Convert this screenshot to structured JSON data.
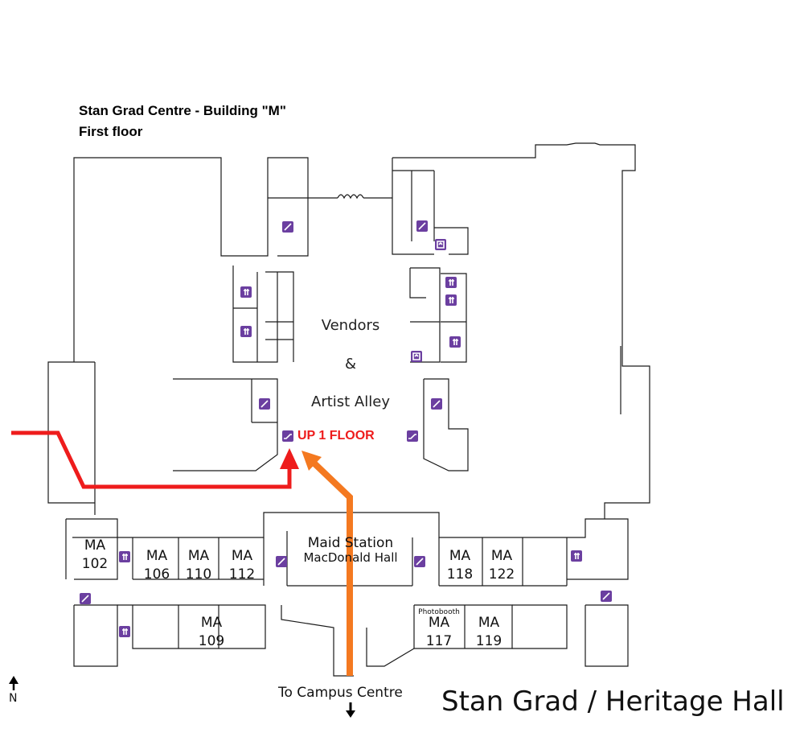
{
  "header": {
    "title": "Stan Grad Centre - Building \"M\"",
    "subtitle": "First floor"
  },
  "areas": {
    "vendors": "Vendors",
    "ampersand": "&",
    "artist_alley": "Artist Alley"
  },
  "route": {
    "up_label": "UP 1 FLOOR",
    "red_color": "#ee1c1c",
    "orange_color": "#f47920"
  },
  "main_station": {
    "line1": "Maid Station",
    "line2": "MacDonald Hall"
  },
  "rooms": [
    {
      "id": "ma102",
      "line1": "MA",
      "line2": "102"
    },
    {
      "id": "ma106",
      "line1": "MA",
      "line2": "106"
    },
    {
      "id": "ma110",
      "line1": "MA",
      "line2": "110"
    },
    {
      "id": "ma112",
      "line1": "MA",
      "line2": "112"
    },
    {
      "id": "ma109",
      "line1": "MA",
      "line2": "109"
    },
    {
      "id": "ma118",
      "line1": "MA",
      "line2": "118"
    },
    {
      "id": "ma122",
      "line1": "MA",
      "line2": "122"
    },
    {
      "id": "ma117",
      "line1": "MA",
      "line2": "117"
    },
    {
      "id": "ma119",
      "line1": "MA",
      "line2": "119"
    }
  ],
  "photobooth_label": "Photobooth",
  "footer": {
    "campus_centre": "To Campus Centre",
    "building_name": "Stan Grad / Heritage Hall",
    "north": "N"
  },
  "icons": {
    "color": "#6b3fa0",
    "types": [
      "stairs-icon",
      "washroom-icon",
      "elevator-icon",
      "escalator-icon"
    ]
  }
}
